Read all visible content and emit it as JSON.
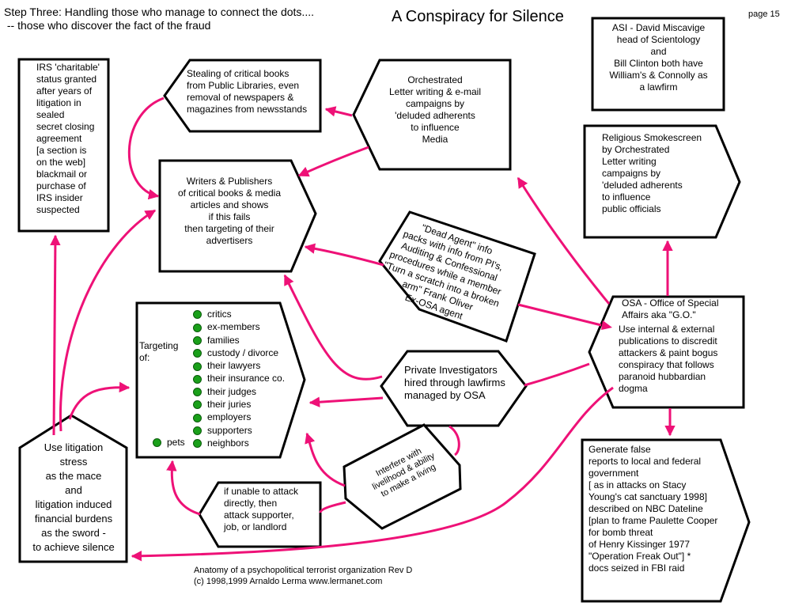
{
  "header": {
    "step_line": "Step Three: Handling those who manage to connect the dots....\n -- those who discover the fact of the fraud",
    "title": "A Conspiracy for Silence",
    "page": "page 15"
  },
  "boxes": {
    "irs": "IRS 'charitable'\nstatus granted\nafter years of\nlitigation in\nsealed\nsecret closing\nagreement\n[a section is\non the web]\nblackmail or\npurchase of\nIRS insider\nsuspected",
    "stealing": "Stealing of  critical books\nfrom Public Libraries, even\nremoval of newspapers    &\nmagazines from newsstands",
    "orchestrated_media": "Orchestrated\nLetter writing & e-mail\ncampaigns by\n'deluded adherents\nto influence\nMedia",
    "asi": "ASI - David Miscavige\n head of Scientology\nand\nBill Clinton both have\nWilliam's & Connolly as\na lawfirm",
    "religious": "Religious Smokescreen\nby Orchestrated\nLetter writing\ncampaigns by\n'deluded adherents\n to influence\npublic officials",
    "writers": "Writers & Publishers\nof critical books & media\narticles and shows\nif this fails\nthen targeting   of their\nadvertisers",
    "dead_agent": "\"Dead Agent\" info\npacks with info from PI's,\nAuditing & Confessional\nprocedures while a member\n\"Turn a scratch into a broken\narm\" Frank Oliver\nEx-OSA agent",
    "osa_title": "OSA - Office of Special\nAffairs aka \"G.O.\"",
    "osa_body": "Use internal & external\npublications to discredit\nattackers & paint bogus\nconspiracy that follows\nparanoid hubbardian\ndogma",
    "targeting_label": "Targeting\nof:",
    "targets": [
      "critics",
      "ex-members",
      "families",
      "custody / divorce",
      "their lawyers",
      "their insurance co.",
      "their judges",
      "their juries",
      "employers",
      "supporters",
      "neighbors"
    ],
    "pets": "pets",
    "private_inv": "Private Investigators\nhired through lawfirms\nmanaged by OSA",
    "litigation": "Use litigation\nstress\nas the mace\nand\nlitigation induced\nfinancial   burdens\nas the sword -\nto achieve silence",
    "interfere": "Interfere with\nlivelihood & ability\nto make a living",
    "if_unable": "if unable to attack\ndirectly, then\nattack  supporter,\njob, or landlord",
    "generate": "Generate false\nreports to local and federal\ngovernment\n[ as in attacks on Stacy\nYoung's cat sanctuary 1998]\ndescribed on NBC Dateline\n[plan to frame Paulette Cooper\nfor  bomb threat\nof Henry Kissinger 1977\n\"Operation Freak Out\"] *\ndocs seized in FBI raid"
  },
  "footer": "Anatomy of a psychopolitical terrorist organization   Rev D\n(c) 1998,1999 Arnaldo  Lerma  www.lermanet.com",
  "colors": {
    "arrow": "#ee1177",
    "outline": "#000000",
    "bullet": "#1aa01a"
  }
}
